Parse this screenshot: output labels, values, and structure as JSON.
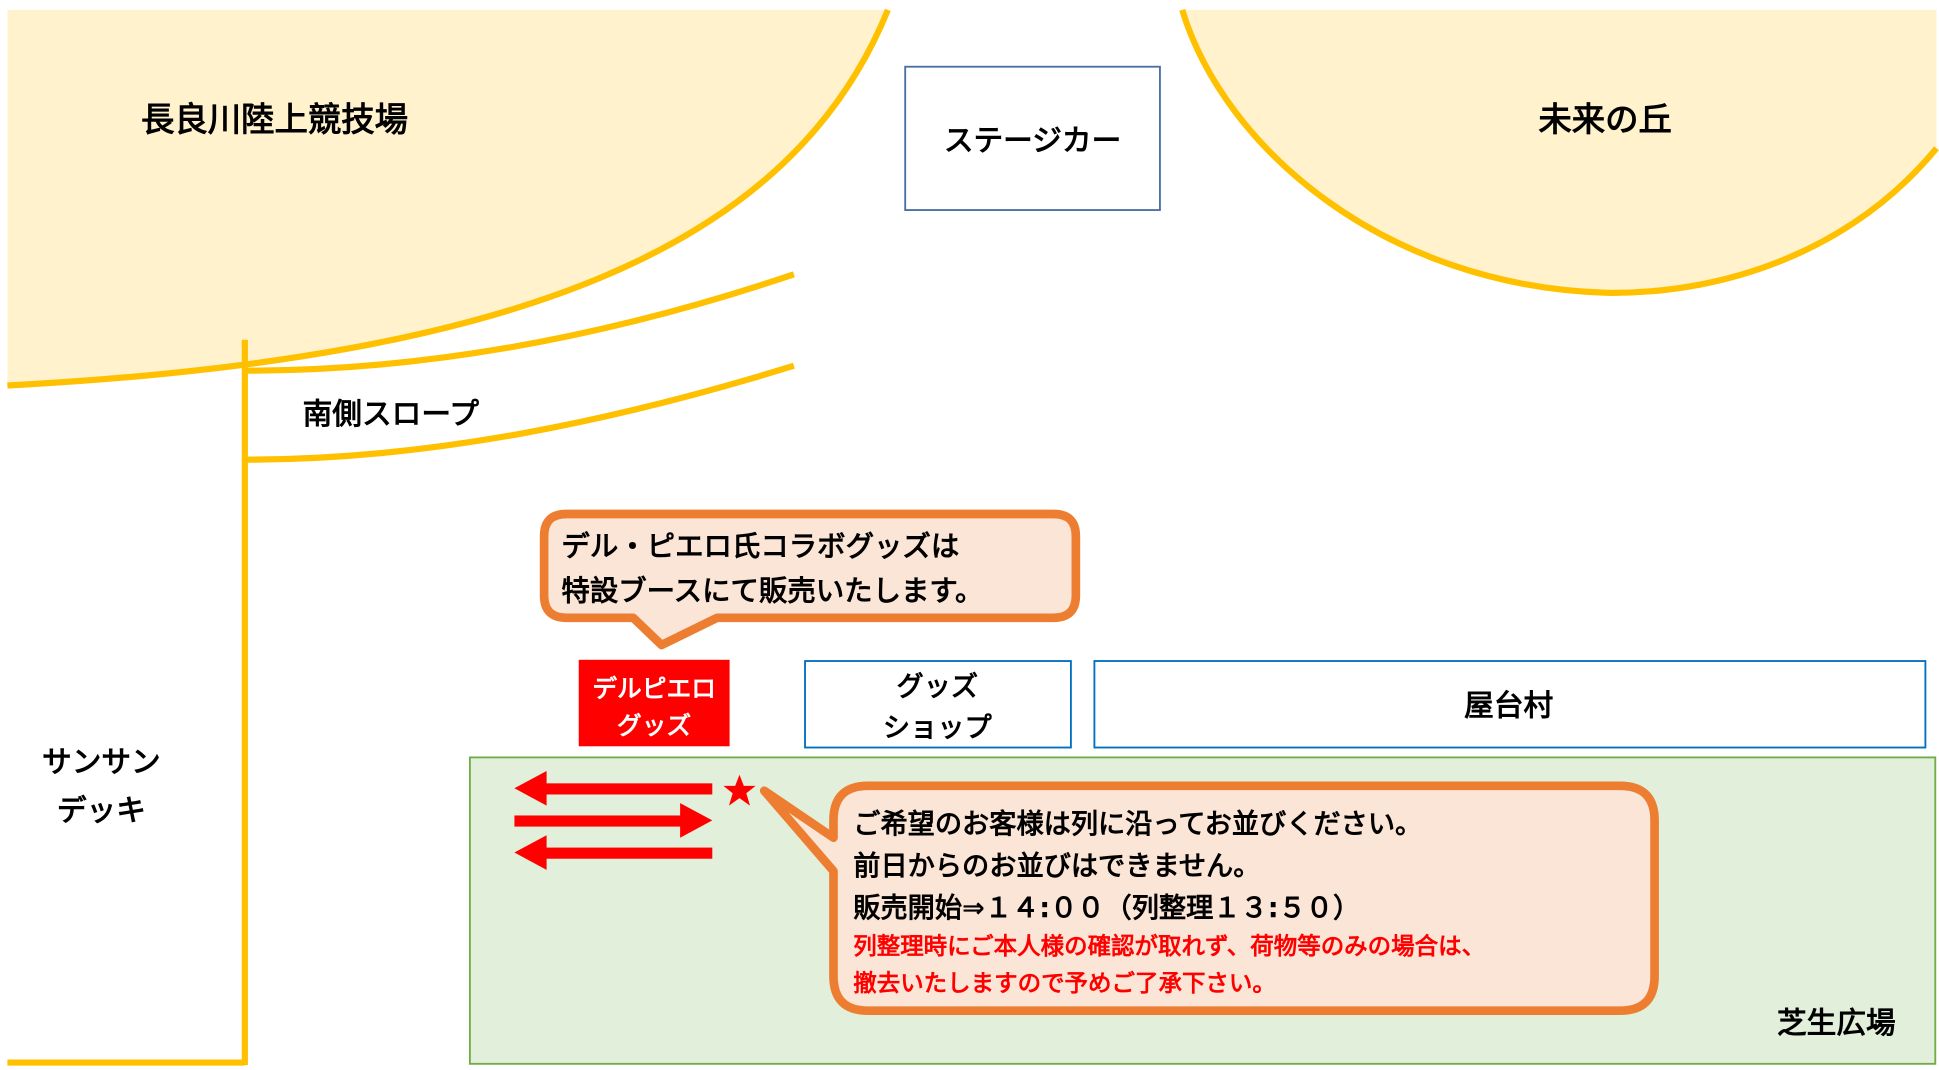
{
  "areas": {
    "stadium": "長良川陸上競技場",
    "hill": "未来の丘",
    "stage_car": "ステージカー",
    "south_slope": "南側スロープ",
    "sunsun_deck_line1": "サンサン",
    "sunsun_deck_line2": "デッキ",
    "lawn_plaza": "芝生広場",
    "food_village": "屋台村",
    "goods_shop_line1": "グッズ",
    "goods_shop_line2": "ショップ",
    "delpiero_goods_line1": "デルピエロ",
    "delpiero_goods_line2": "グッズ"
  },
  "callout_booth": {
    "line1": "デル・ピエロ氏コラボグッズは",
    "line2": "特設ブースにて販売いたします。"
  },
  "callout_queue": {
    "line1": "ご希望のお客様は列に沿ってお並びください。",
    "line2": "前日からのお並びはできません。",
    "line3": "販売開始⇒１４:００（列整理１３:５０）",
    "warning1": "列整理時にご本人様の確認が取れず、荷物等のみの場合は、",
    "warning2": "撤去いたしますので予めご了承下さい。"
  },
  "colors": {
    "area_fill": "#fff2cc",
    "area_stroke": "#ffc000",
    "callout_fill": "#fbe5d6",
    "callout_stroke": "#ed7d31",
    "accent_red": "#ff0000",
    "lawn_fill": "#e2efda",
    "lawn_stroke": "#70ad47",
    "booth_stroke": "#0070c0"
  }
}
